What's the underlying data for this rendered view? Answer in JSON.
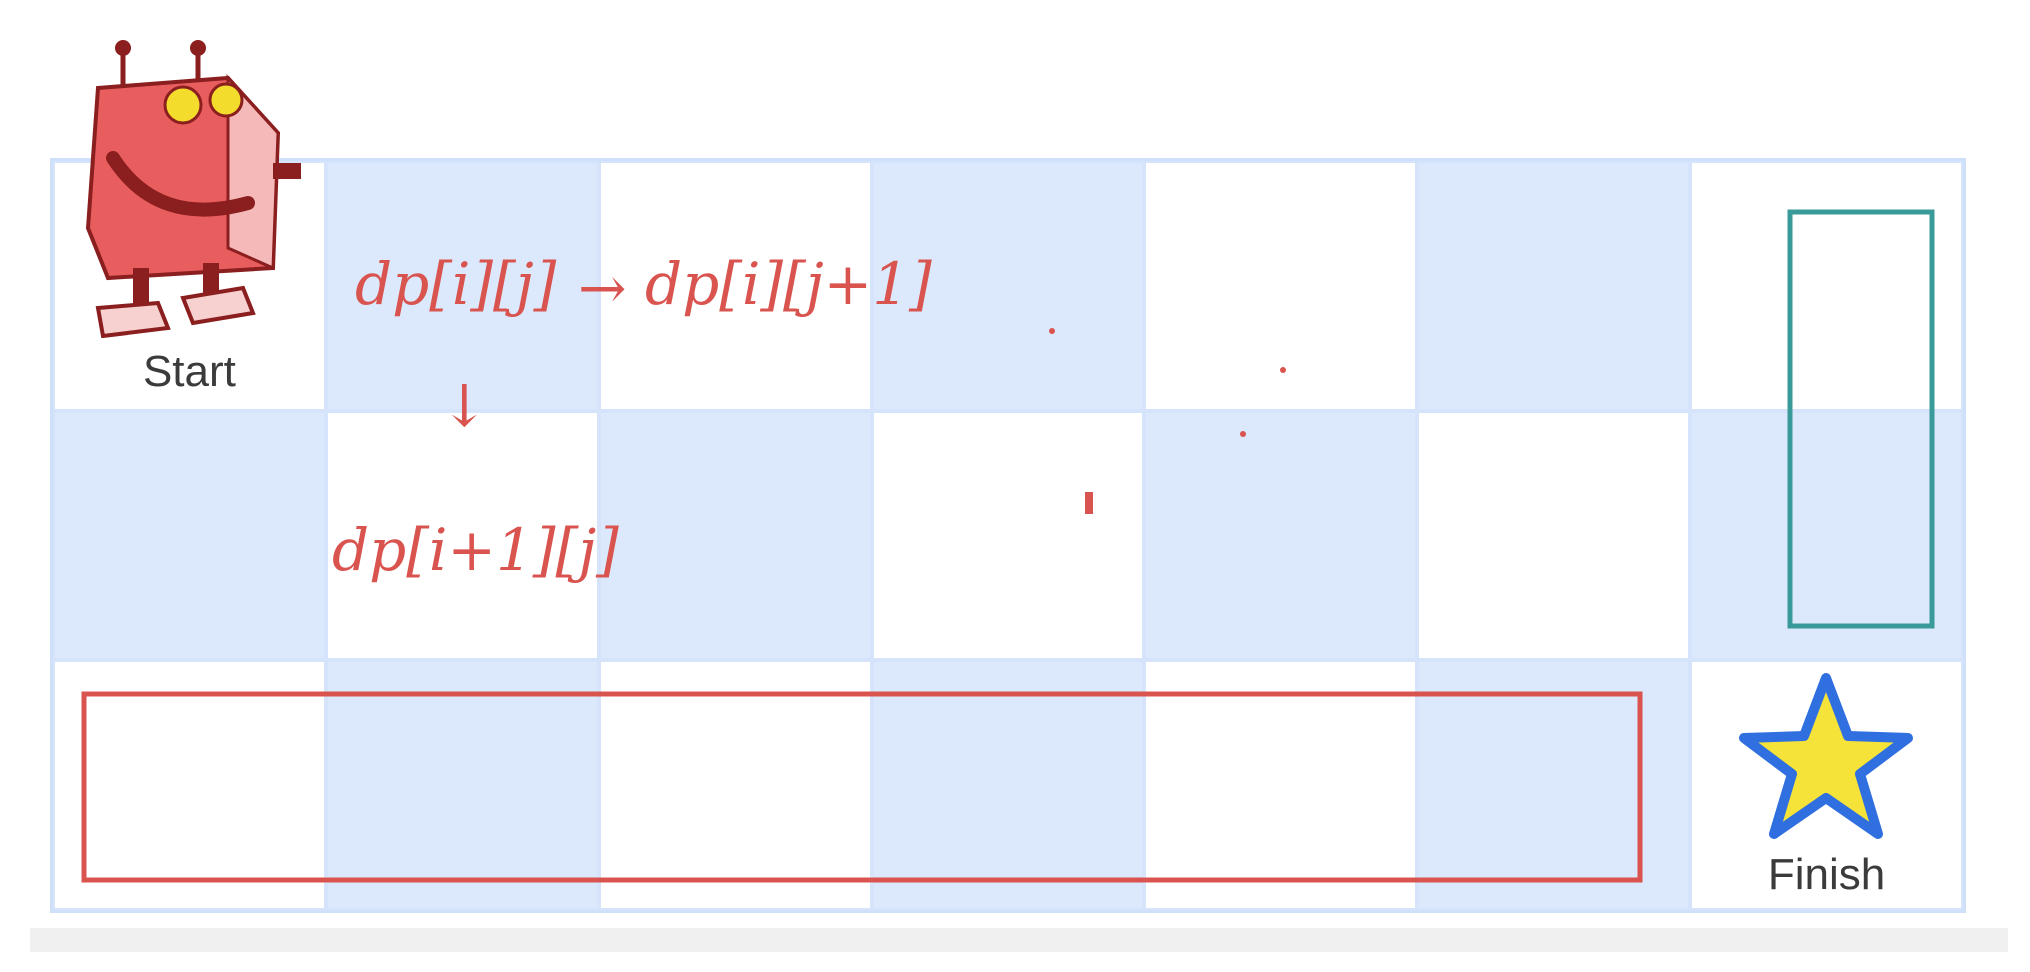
{
  "grid": {
    "rows": 3,
    "cols": 7,
    "colors": {
      "light_blue": "#dce8fb",
      "white": "#ffffff",
      "border": "#cfe0fb"
    }
  },
  "labels": {
    "start": "Start",
    "finish": "Finish"
  },
  "annotations": {
    "current": "dp[i][j]",
    "arrow_right": "→",
    "right_cell": "dp[i][j+1]",
    "down_cell": "dp[i+1][j]",
    "arrow_down": "↓"
  },
  "highlights": {
    "bottom_row_color": "#d9534f",
    "right_column_color": "#3a9a9a"
  },
  "icons": {
    "start": "robot-icon",
    "finish": "star-icon"
  }
}
